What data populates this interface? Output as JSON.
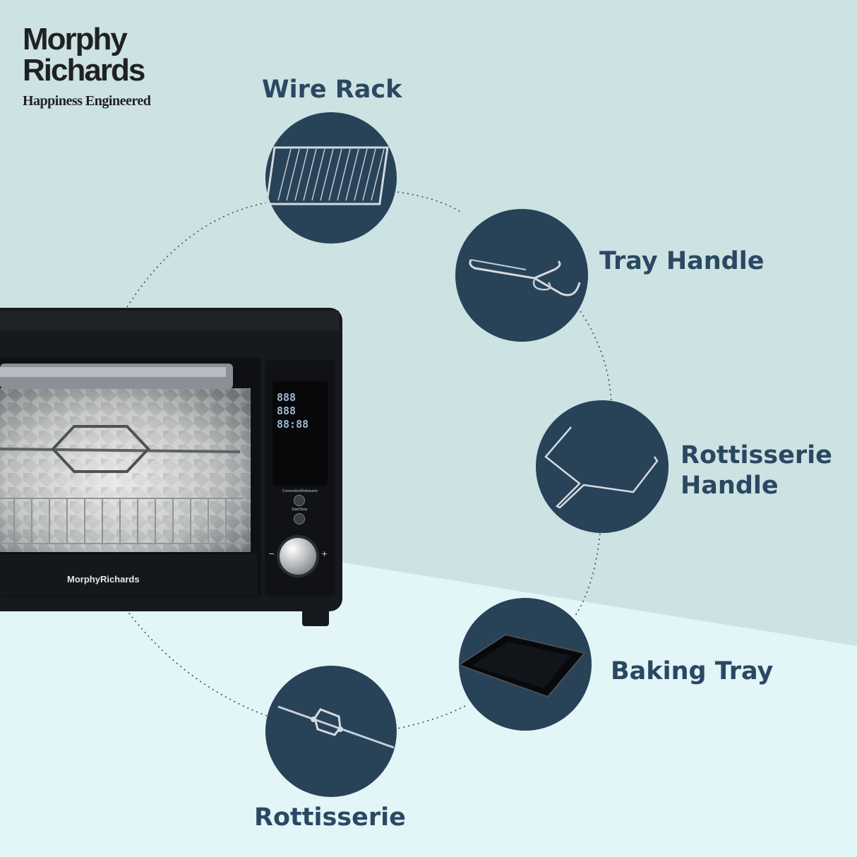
{
  "brand": {
    "name_line1": "Morphy",
    "name_line2": "Richards",
    "tagline": "Happiness Engineered"
  },
  "accessories": [
    {
      "label": "Wire Rack"
    },
    {
      "label": "Tray Handle"
    },
    {
      "label": "Rottisserie",
      "label_line2": "Handle"
    },
    {
      "label": "Baking Tray"
    },
    {
      "label": "Rottisserie"
    }
  ],
  "oven": {
    "brand_text": "MorphyRichards",
    "display_rows": [
      "888",
      "888",
      "88:88"
    ],
    "control_labels": [
      "Convection/Rottisserie",
      "Start/Stop"
    ],
    "dial_minus": "−",
    "dial_plus": "+"
  },
  "colors": {
    "background_top": "#cde2e2",
    "background_bottom": "#e2f5f7",
    "circle_fill": "#284258",
    "label_text": "#2b4863"
  }
}
